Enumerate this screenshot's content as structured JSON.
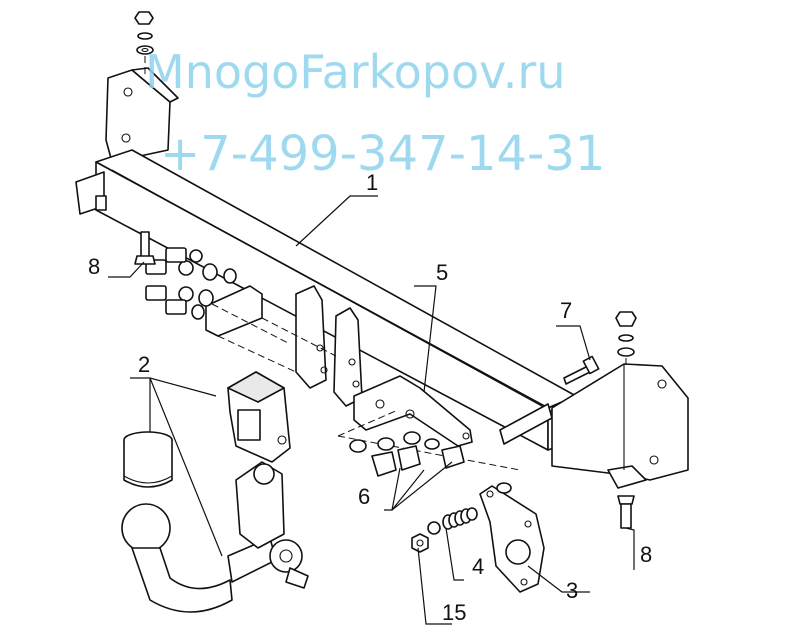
{
  "watermark": {
    "site": "MnogoFarkopov.ru",
    "phone": "+7-499-347-14-31"
  },
  "callouts": [
    {
      "id": "label-1",
      "text": "1"
    },
    {
      "id": "label-2",
      "text": "2"
    },
    {
      "id": "label-3",
      "text": "3"
    },
    {
      "id": "label-4",
      "text": "4"
    },
    {
      "id": "label-5",
      "text": "5"
    },
    {
      "id": "label-6",
      "text": "6"
    },
    {
      "id": "label-7",
      "text": "7"
    },
    {
      "id": "label-8-left",
      "text": "8"
    },
    {
      "id": "label-8-right",
      "text": "8"
    },
    {
      "id": "label-15",
      "text": "15"
    }
  ]
}
